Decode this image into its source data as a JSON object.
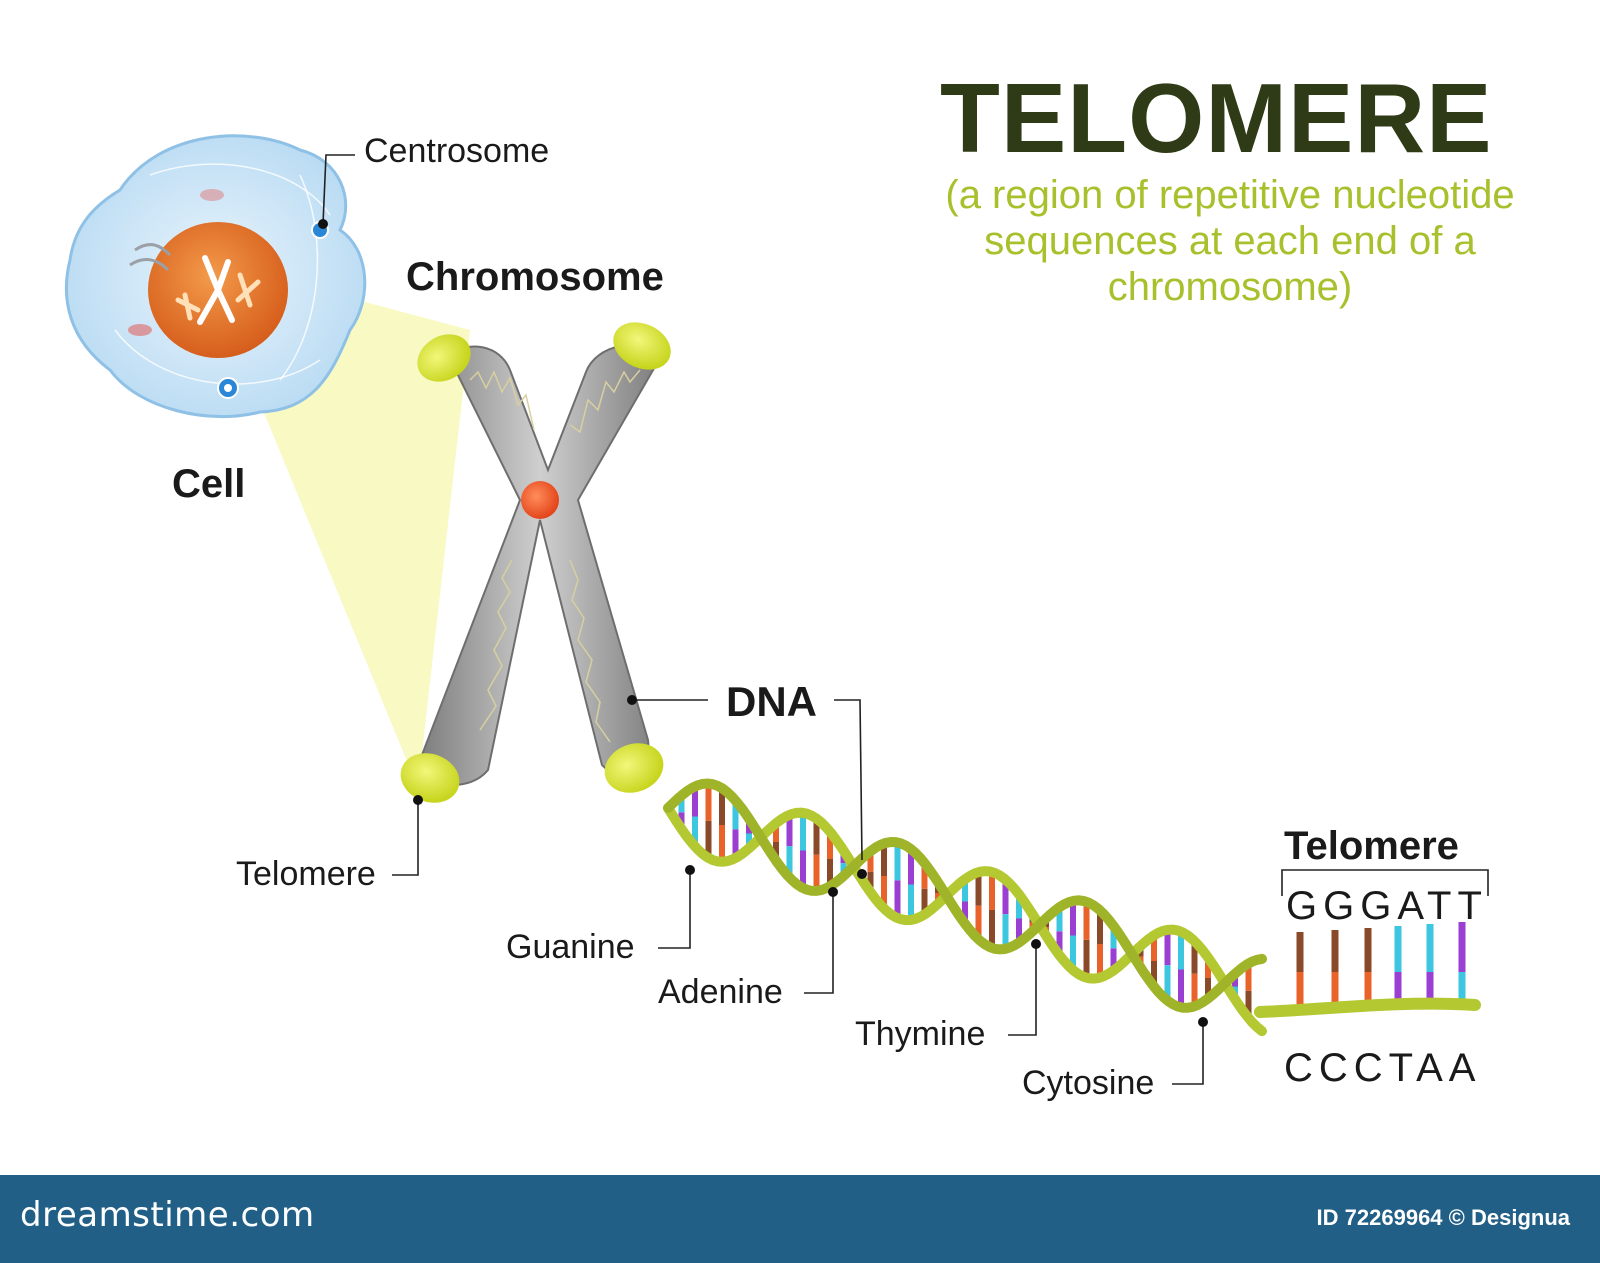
{
  "title": "TELOMERE",
  "subtitle": "(a region of repetitive nucleotide sequences at each end of a chromosome)",
  "labels": {
    "centrosome": "Centrosome",
    "chromosome": "Chromosome",
    "cell": "Cell",
    "dna": "DNA",
    "telomere_left": "Telomere",
    "telomere_right": "Telomere",
    "guanine": "Guanine",
    "adenine": "Adenine",
    "thymine": "Thymine",
    "cytosine": "Cytosine"
  },
  "sequence": {
    "top": "GGGATT",
    "bottom": "CCCTAA"
  },
  "footer": {
    "brand": "dreamstime.com",
    "credit": "ID 72269964 © Designua"
  },
  "colors": {
    "title": "#2f3a16",
    "subtitle": "#a7c02c",
    "cell_membrane": "#cfe6f7",
    "nucleus": "#e2752a",
    "chromosome": "#9c9c9c",
    "telomere_cap": "#d9e83a",
    "dna_backbone": "#b4c832",
    "guanine": "#e8622a",
    "adenine": "#9a3fd1",
    "thymine": "#3cc6e0",
    "cytosine": "#8a4a2a",
    "footer": "#215f87"
  }
}
